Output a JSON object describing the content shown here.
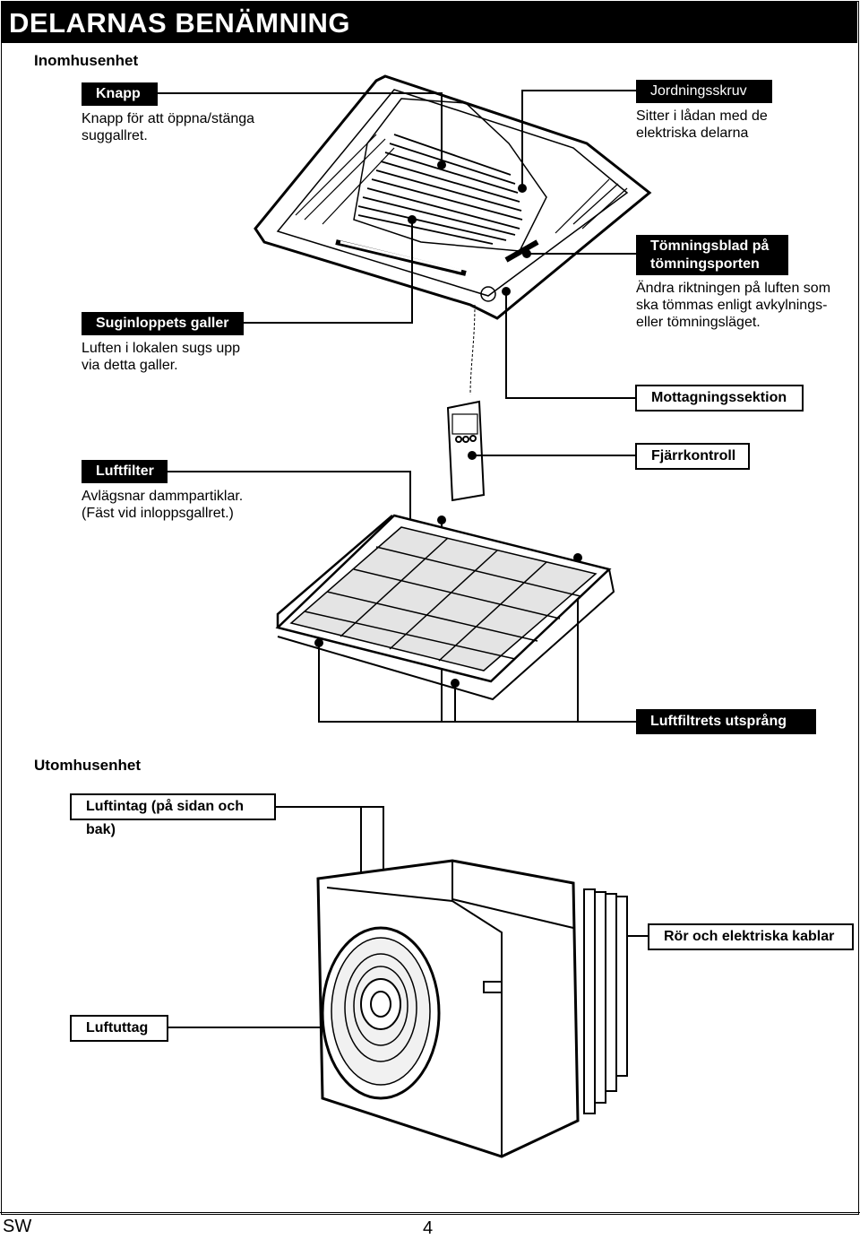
{
  "title": "DELARNAS BENÄMNING",
  "indoor": {
    "heading": "Inomhusenhet",
    "knapp": {
      "label": "Knapp",
      "desc": [
        "Knapp för att öppna/stänga",
        "suggallret."
      ]
    },
    "jordningsskruv": {
      "label": "Jordningsskruv",
      "desc": [
        "Sitter i lådan med de",
        "elektriska delarna"
      ]
    },
    "suginlopp": {
      "label": "Suginloppets galler",
      "desc": [
        "Luften i lokalen sugs upp",
        "via detta galler."
      ]
    },
    "tomningsblad": {
      "label_lines": [
        "Tömningsblad på",
        "tömningsporten"
      ],
      "desc": [
        "Ändra riktningen på luften som",
        "ska tömmas enligt avkylnings-",
        "eller tömningsläget."
      ]
    },
    "mottagning": {
      "label": "Mottagningssektion"
    },
    "fjarrkontroll": {
      "label": "Fjärrkontroll"
    },
    "luftfilter": {
      "label": "Luftfilter",
      "desc": [
        "Avlägsnar dammpartiklar.",
        "(Fäst vid inloppsgallret.)"
      ]
    },
    "utsprang": {
      "label": "Luftfiltrets utsprång"
    }
  },
  "outdoor": {
    "heading": "Utomhusenhet",
    "luftintag": {
      "label": "Luftintag (på sidan och bak)"
    },
    "ror": {
      "label": "Rör och elektriska kablar"
    },
    "luftuttag": {
      "label": "Luftuttag"
    }
  },
  "footer": {
    "language": "SW",
    "page": "4"
  }
}
